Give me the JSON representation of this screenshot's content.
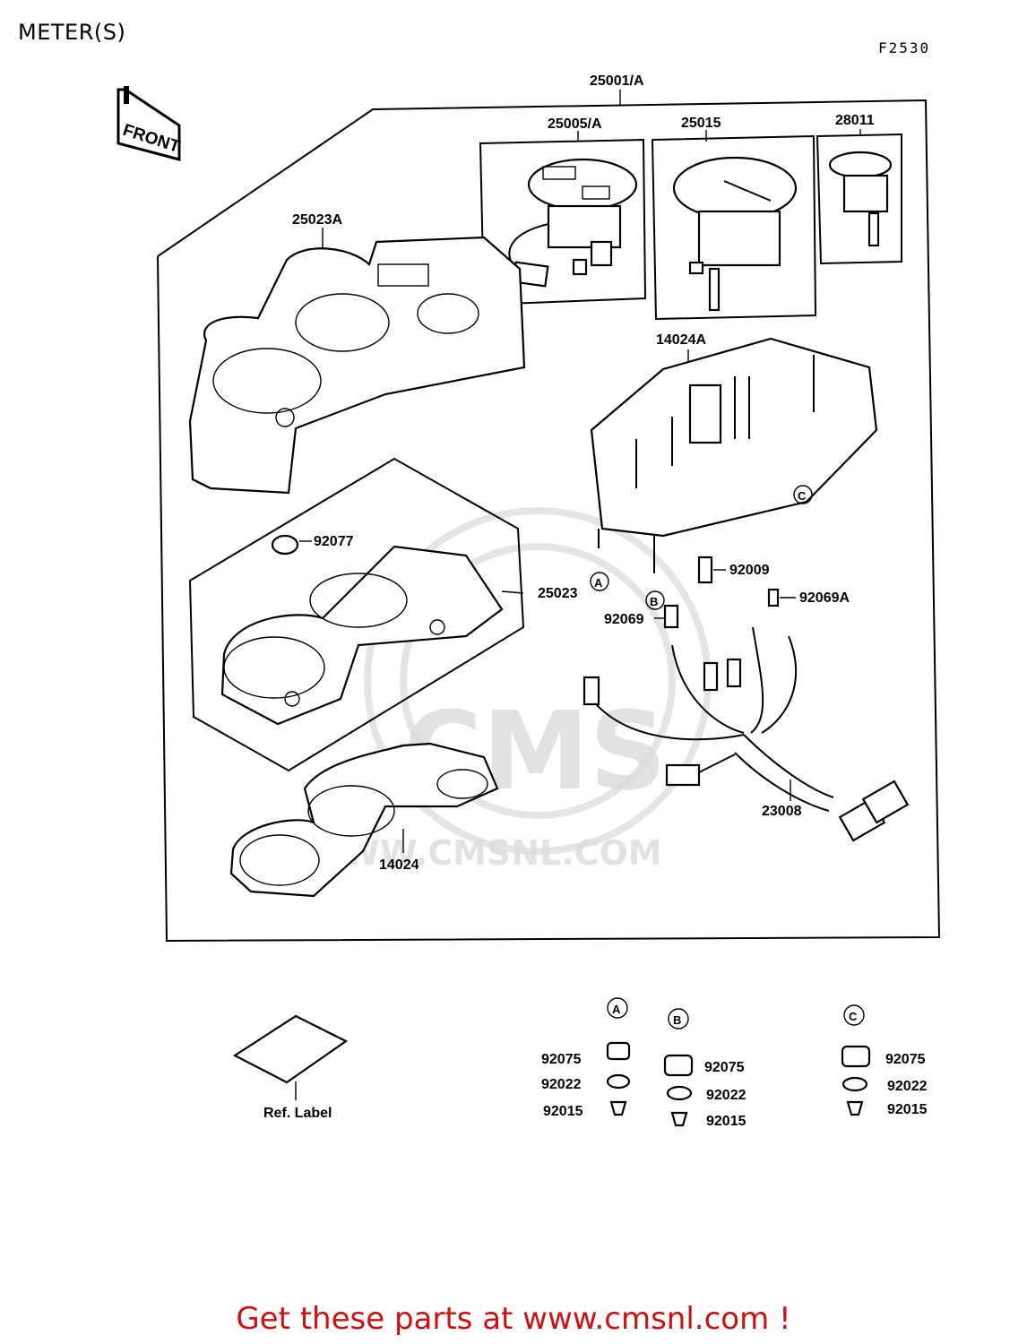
{
  "header": {
    "title": "METER(S)",
    "figure_code": "F2530"
  },
  "front_tag": "FRONT",
  "watermark": {
    "text": "CMS",
    "url": "WWW.CMSNL.COM"
  },
  "assembly_label": "25001/A",
  "parts": {
    "p25005A": "25005/A",
    "p25015": "25015",
    "p28011": "28011",
    "p25023A": "25023A",
    "p14024A": "14024A",
    "p92077": "92077",
    "p25023": "25023",
    "p92009": "92009",
    "p92069A": "92069A",
    "p92069": "92069",
    "p23008": "23008",
    "p14024": "14024"
  },
  "markers": {
    "a": "A",
    "b": "B",
    "c": "C"
  },
  "ref_label": "Ref. Label",
  "detail_groups": [
    {
      "marker": "A",
      "parts": [
        "92075",
        "92022",
        "92015"
      ]
    },
    {
      "marker": "B",
      "parts": [
        "92075",
        "92022",
        "92015"
      ]
    },
    {
      "marker": "C",
      "parts": [
        "92075",
        "92022",
        "92015"
      ]
    }
  ],
  "footer": {
    "text": "Get these parts at www.cmsnl.com !"
  },
  "colors": {
    "footer": "#cc1111",
    "line": "#000000",
    "watermark": "#cfcfcf"
  }
}
